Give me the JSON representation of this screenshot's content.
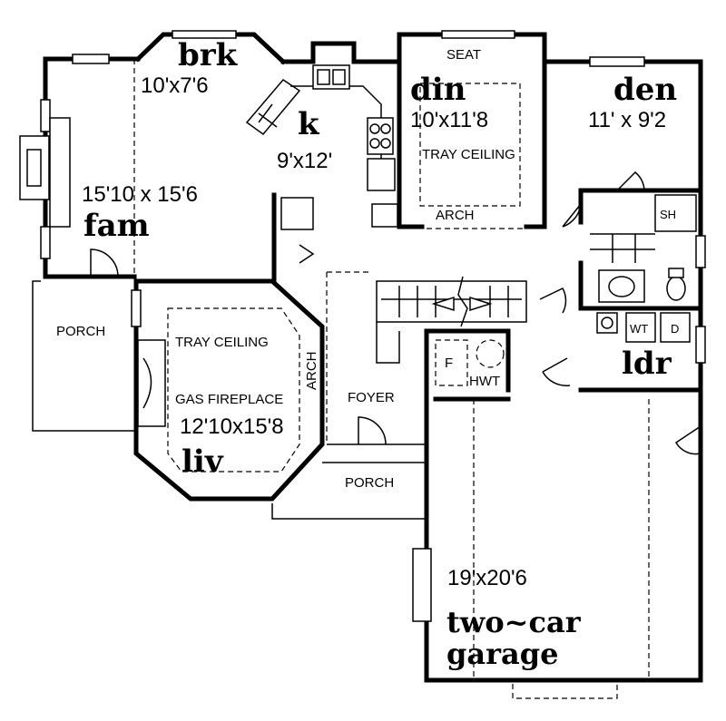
{
  "rooms": {
    "brk": {
      "name": "brk",
      "dims": "10'x7'6"
    },
    "k": {
      "name": "k",
      "dims": "9'x12'"
    },
    "din": {
      "name": "din",
      "dims": "10'x11'8"
    },
    "den": {
      "name": "den",
      "dims": "11' x 9'2"
    },
    "fam": {
      "name": "fam",
      "dims": "15'10 x 15'6"
    },
    "liv": {
      "name": "liv",
      "dims": "12'10x15'8"
    },
    "ldr": {
      "name": "ldr"
    },
    "garage": {
      "name_line1": "two~car",
      "name_line2": "garage",
      "dims": "19'x20'6"
    }
  },
  "labels": {
    "seat": "SEAT",
    "tray_ceiling_din": "TRAY CEILING",
    "arch_din": "ARCH",
    "tray_ceiling_liv": "TRAY CEILING",
    "gas_fireplace": "GAS FIREPLACE",
    "arch_liv": "ARCH",
    "foyer": "FOYER",
    "porch_left": "PORCH",
    "porch_front": "PORCH",
    "sh": "SH",
    "washer": "WT",
    "dryer": "D",
    "furnace": "F",
    "hwt": "HWT"
  }
}
